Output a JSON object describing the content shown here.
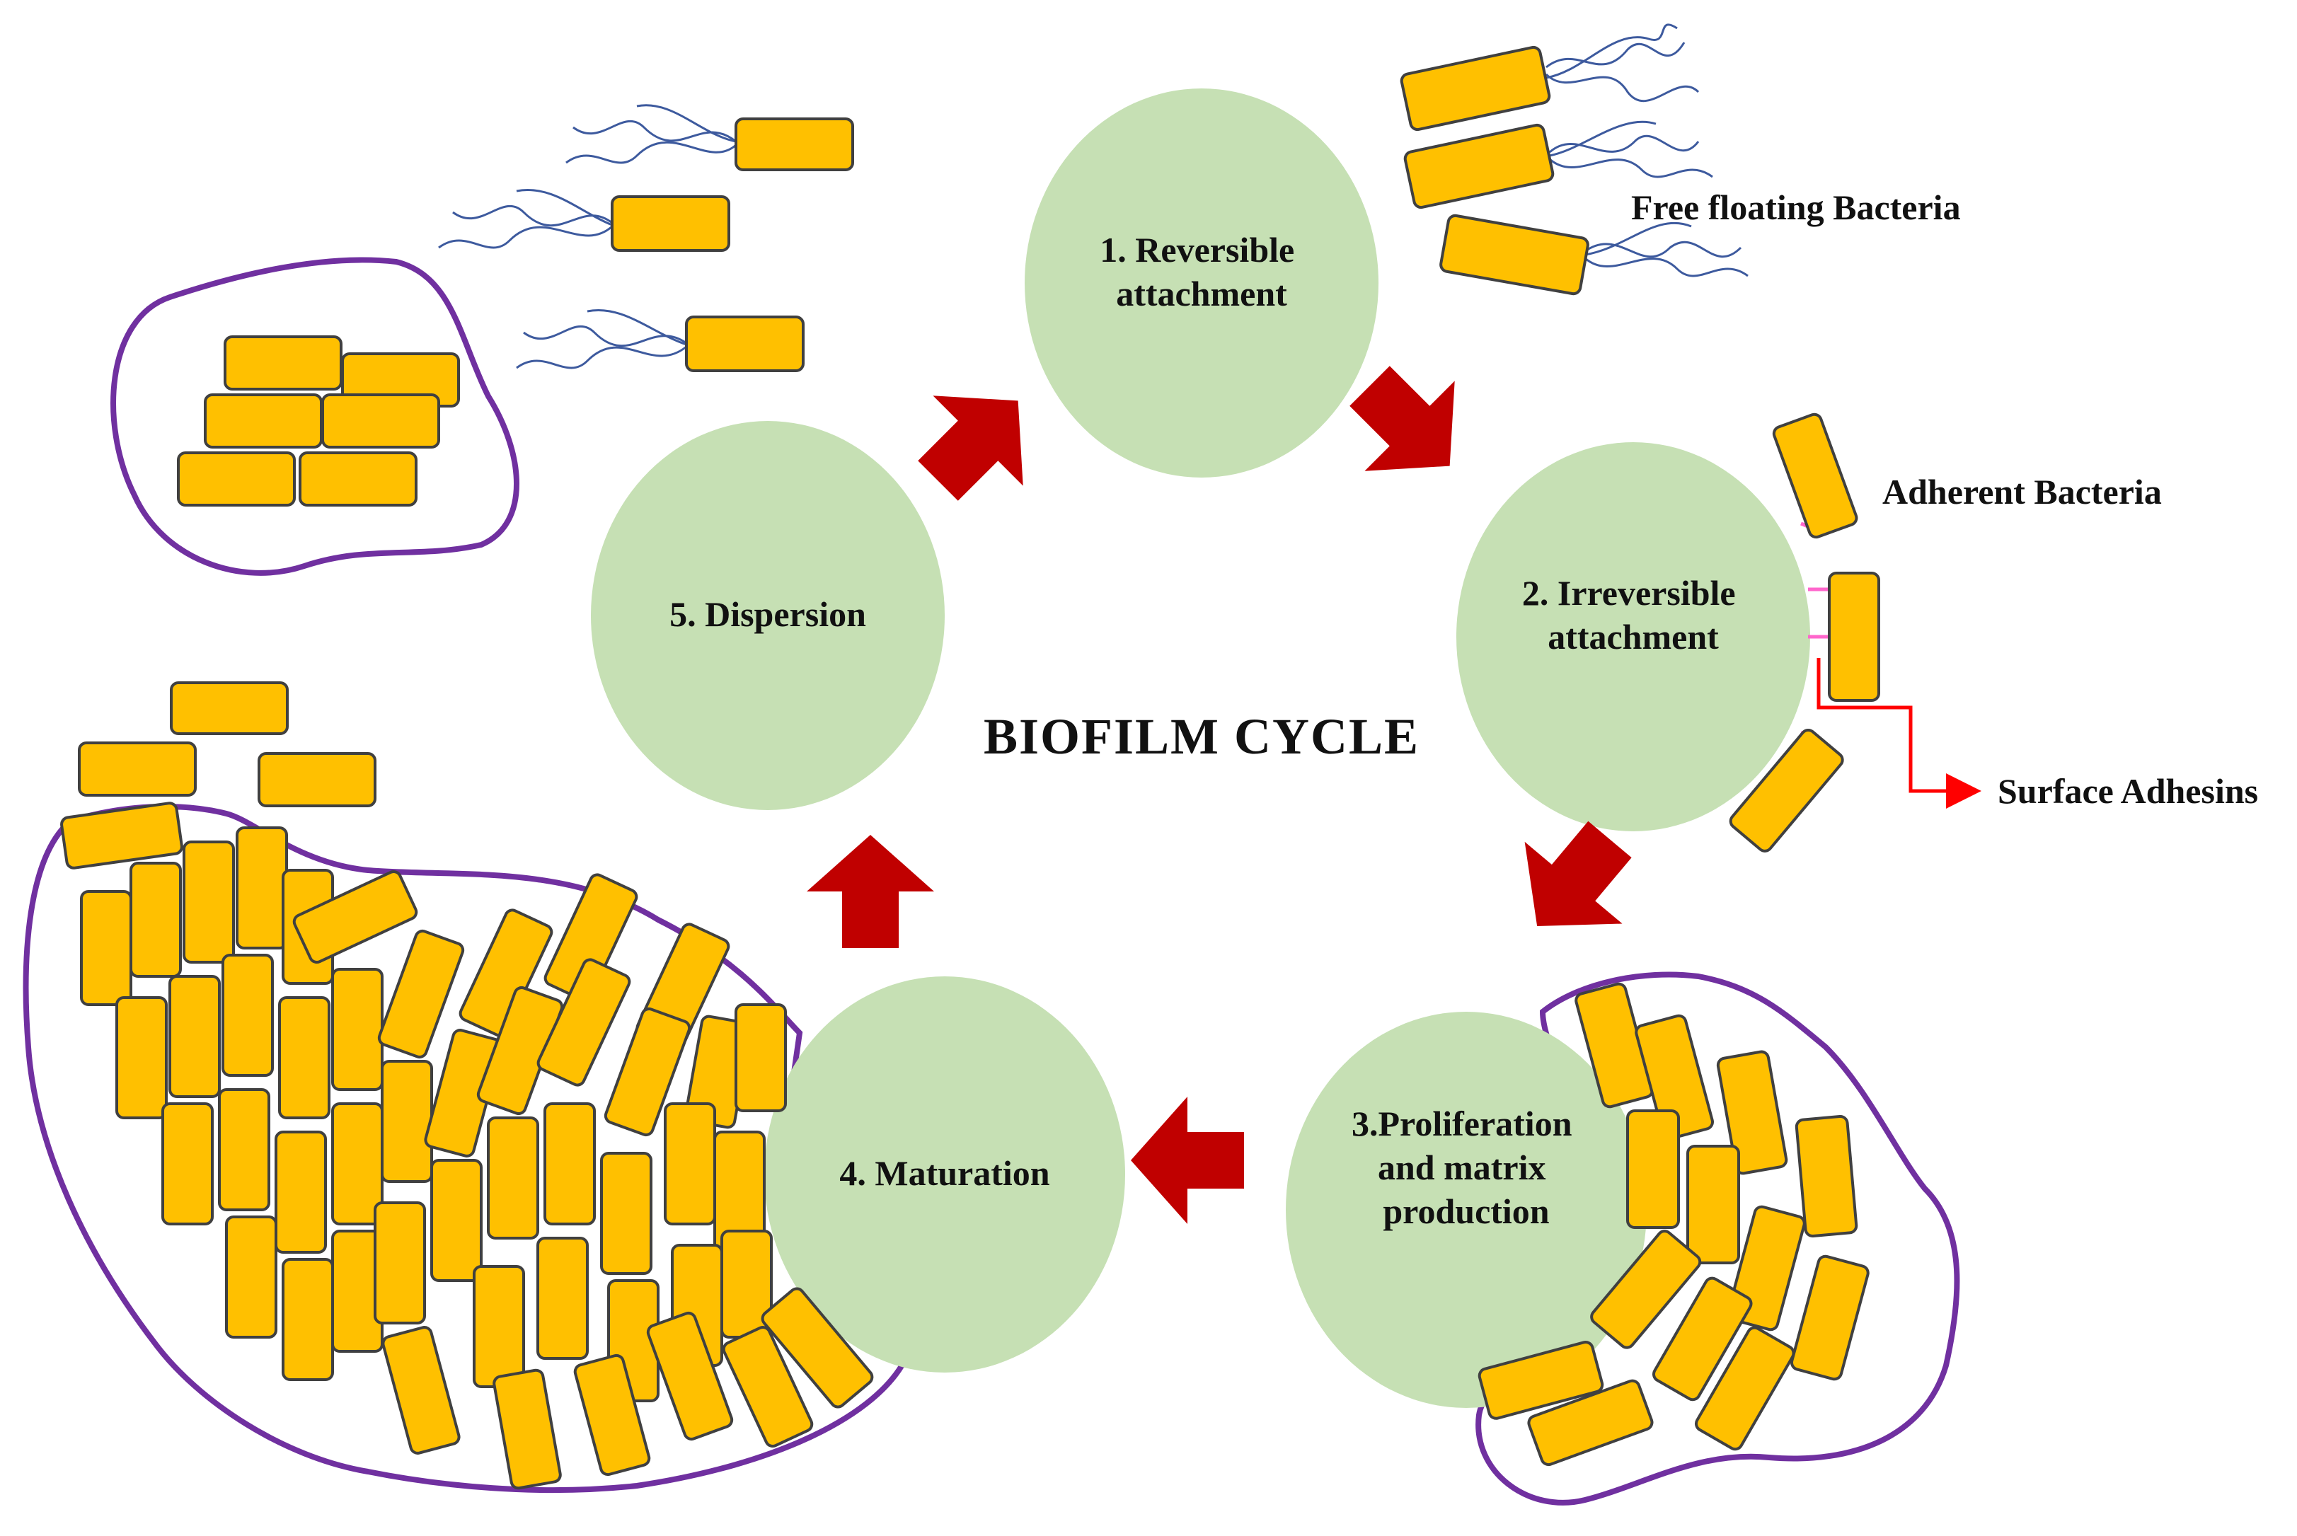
{
  "title": "BIOFILM CYCLE",
  "stages": [
    {
      "lines": [
        "1. Reversible",
        "attachment"
      ]
    },
    {
      "lines": [
        "2. Irreversible",
        "attachment"
      ]
    },
    {
      "lines": [
        "3.Proliferation",
        "and matrix",
        "production"
      ]
    },
    {
      "lines": [
        "4. Maturation"
      ]
    },
    {
      "lines": [
        "5. Dispersion"
      ]
    }
  ],
  "labels": {
    "free_floating": "Free floating Bacteria",
    "adherent": "Adherent Bacteria",
    "surface_adhesins": "Surface Adhesins"
  },
  "colors": {
    "stage_fill": "#c6e0b4",
    "arrow": "#c00000",
    "bacteria_fill": "#ffc000",
    "bacteria_stroke": "#404040",
    "matrix_outline": "#7030a0",
    "flagella": "#3d5a9e",
    "adhesin": "#ff66cc",
    "pointer": "#ff0000"
  }
}
